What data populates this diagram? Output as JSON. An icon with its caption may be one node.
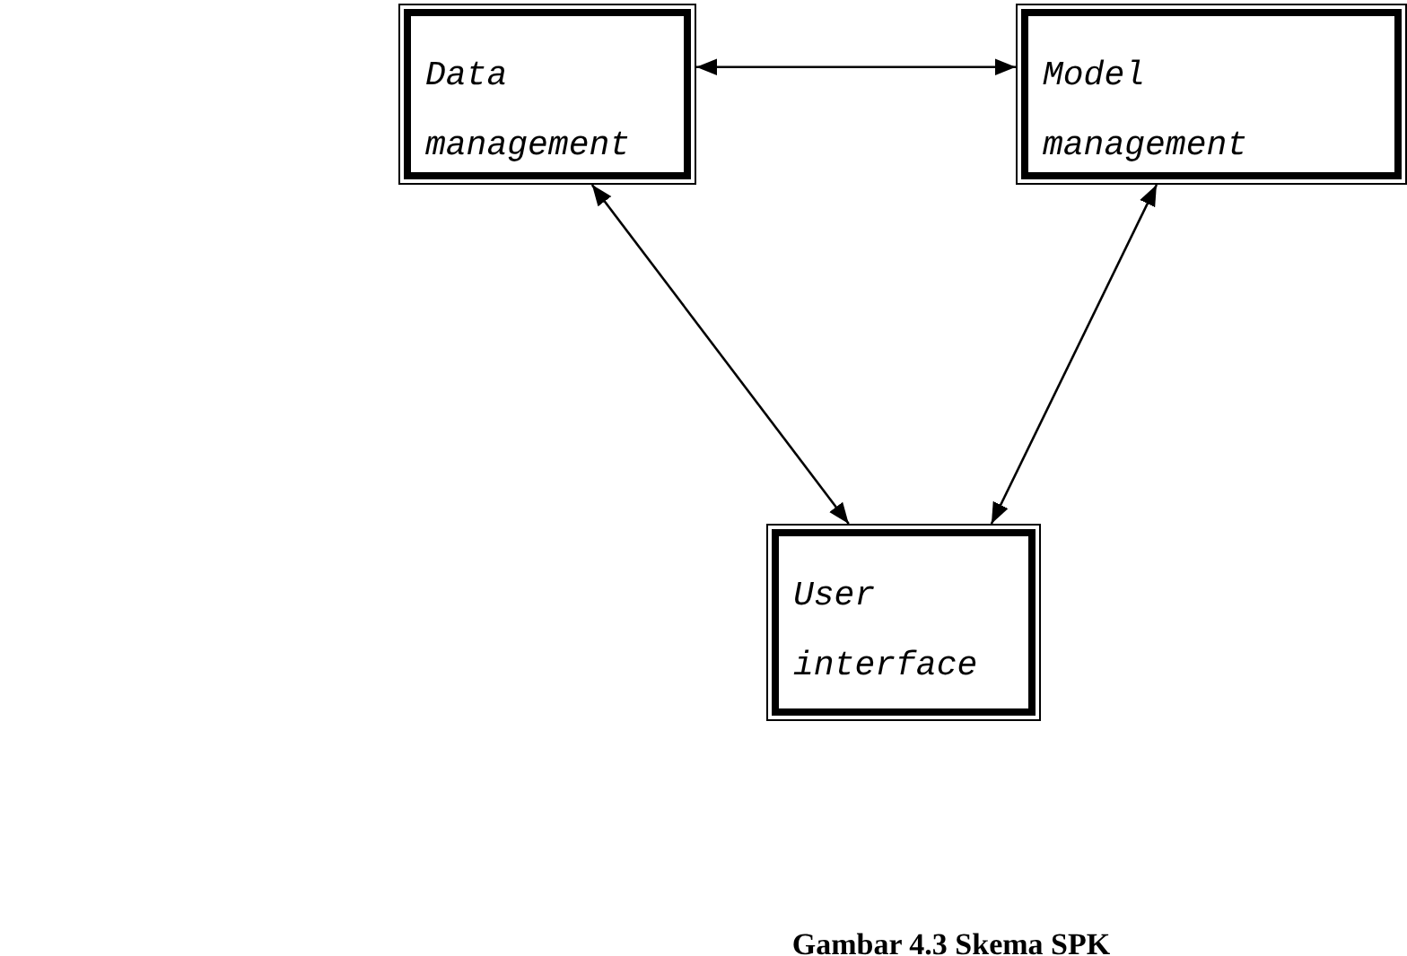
{
  "diagram": {
    "caption": "Gambar 4.3 Skema SPK",
    "nodes": [
      {
        "text": [
          "Data management"
        ]
      },
      {
        "text": [
          "Model management"
        ]
      },
      {
        "text": [
          "User interface"
        ]
      }
    ],
    "edges": [
      {
        "from": 0,
        "to": 1,
        "arrow": "both"
      },
      {
        "from": 0,
        "to": 2,
        "arrow": "both"
      },
      {
        "from": 1,
        "to": 2,
        "arrow": "both"
      }
    ]
  }
}
